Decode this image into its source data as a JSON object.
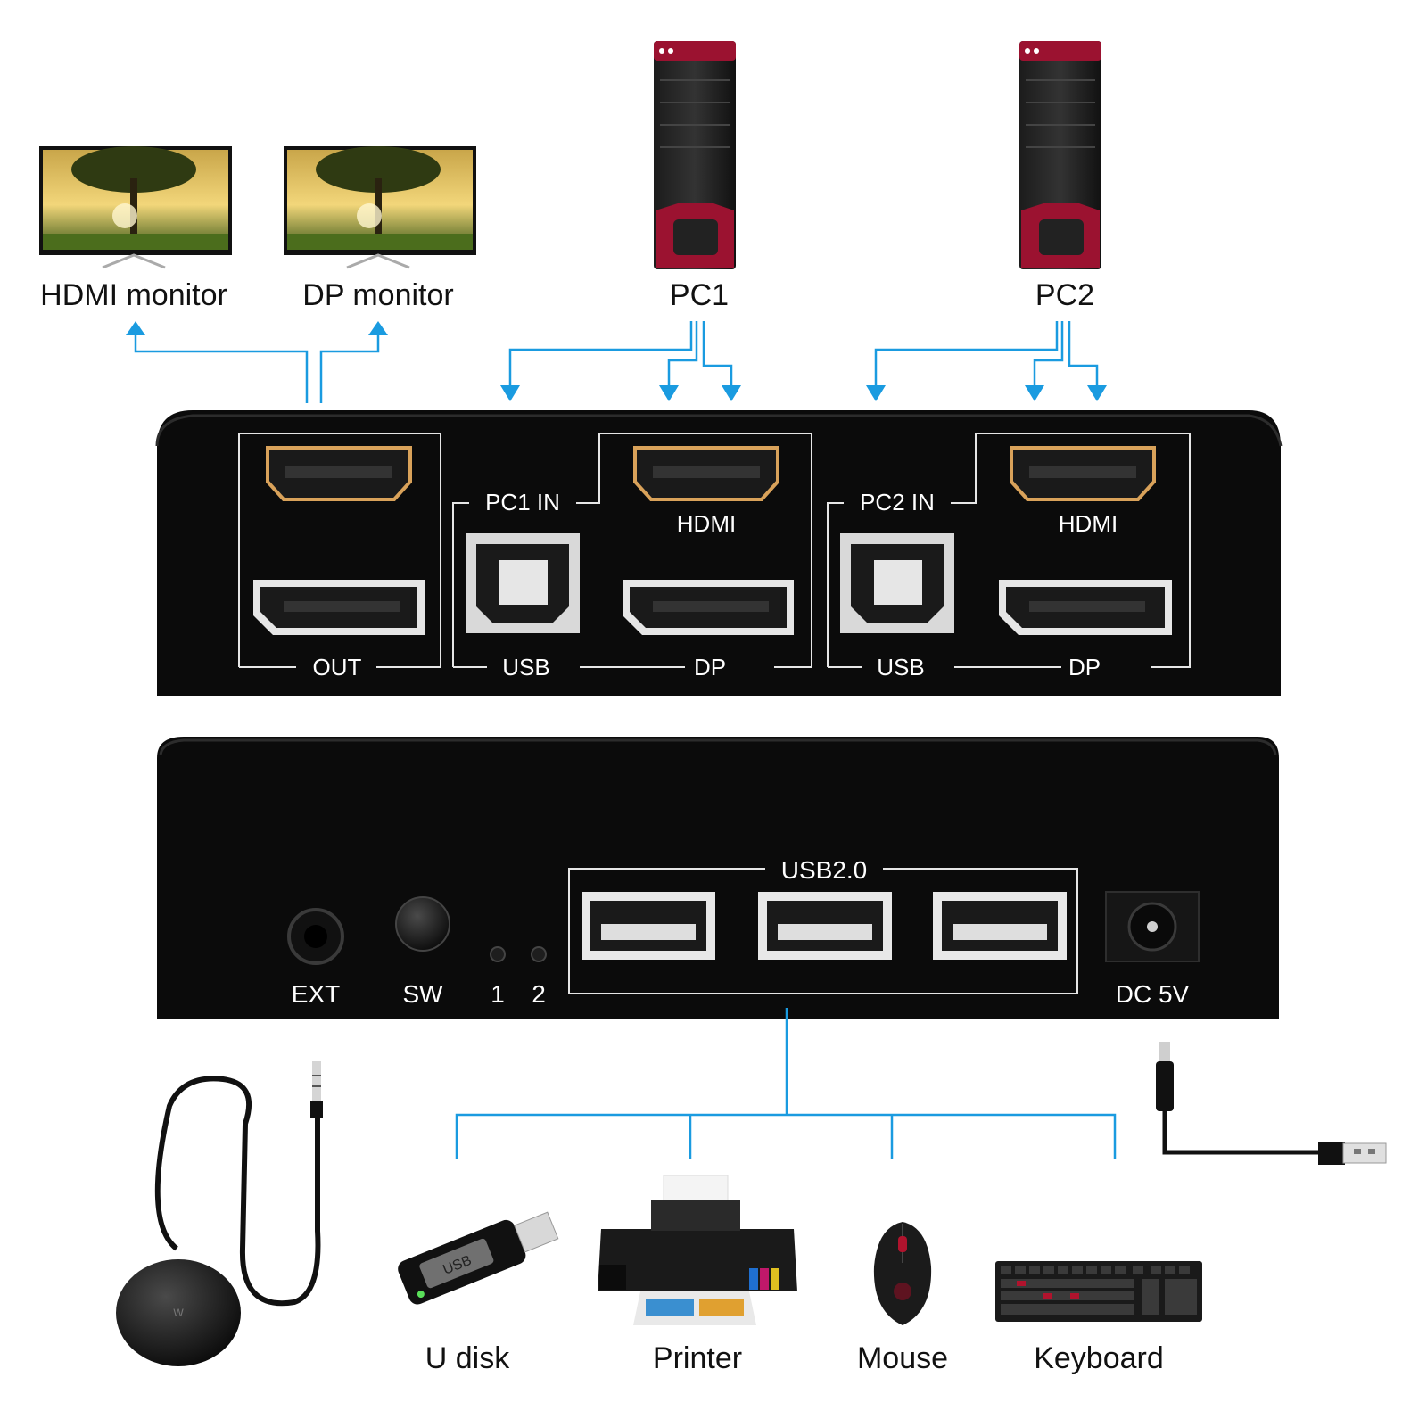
{
  "labels": {
    "hdmi_monitor": "HDMI monitor",
    "dp_monitor": "DP monitor",
    "pc1": "PC1",
    "pc2": "PC2",
    "u_disk": "U disk",
    "printer": "Printer",
    "mouse": "Mouse",
    "keyboard": "Keyboard"
  },
  "rear_panel": {
    "out": "OUT",
    "pc1_in": "PC1 IN",
    "pc2_in": "PC2 IN",
    "hdmi": "HDMI",
    "usb": "USB",
    "dp": "DP"
  },
  "front_panel": {
    "usb2": "USB2.0",
    "ext": "EXT",
    "sw": "SW",
    "led1": "1",
    "led2": "2",
    "dc": "DC 5V"
  },
  "device_text": {
    "usb_stick": "USB",
    "switch_button": "W"
  },
  "colors": {
    "arrow": "#1a9be0",
    "housing": "#0b0b0b",
    "port_gold": "#d9a25a",
    "pc_accent": "#9b1230",
    "label_text": "#ffffff"
  }
}
